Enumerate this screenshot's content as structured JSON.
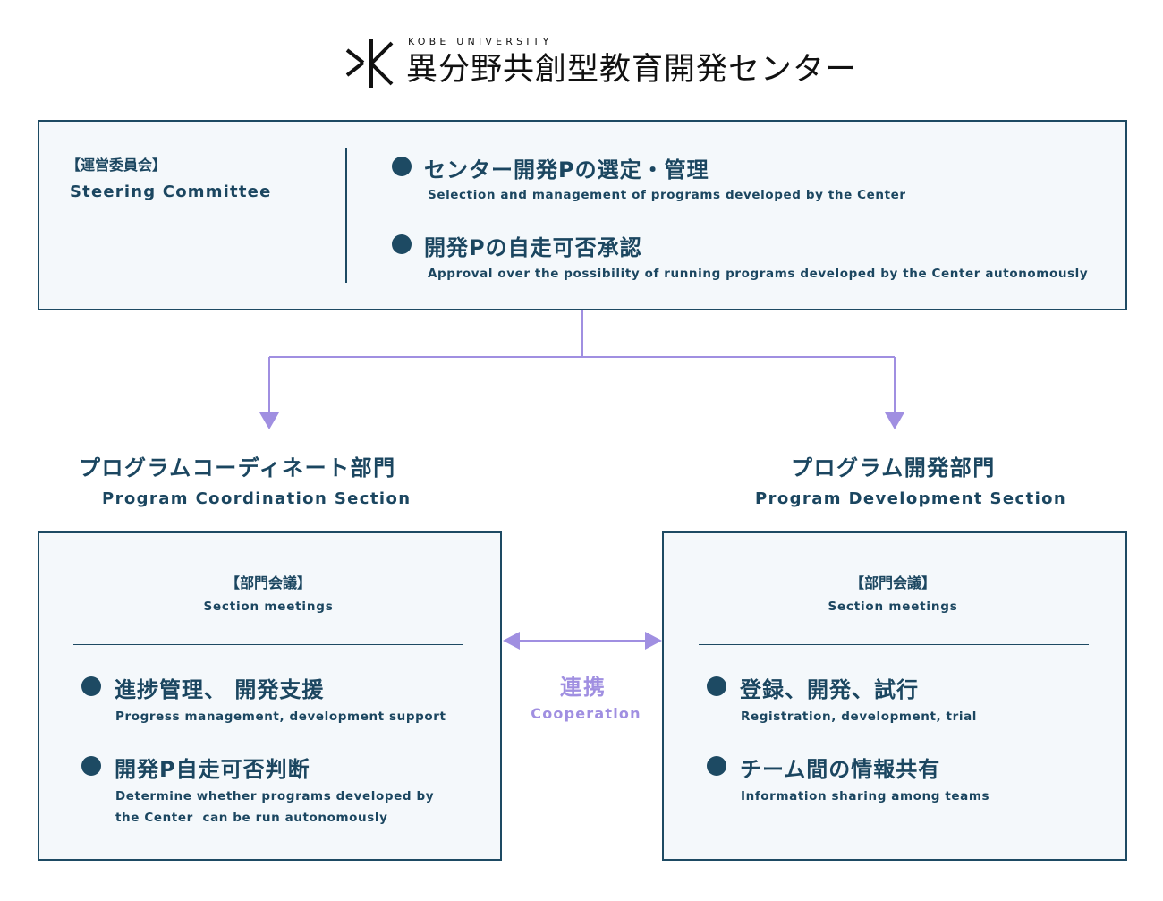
{
  "logo": {
    "university": "KOBE UNIVERSITY",
    "center_name": "異分野共創型教育開発センター"
  },
  "committee": {
    "label_ja": "【運営委員会】",
    "label_en": "Steering Committee",
    "items": [
      {
        "ja": "センター開発Pの選定・管理",
        "en": "Selection and management of programs developed by the Center"
      },
      {
        "ja": "開発Pの自走可否承認",
        "en": "Approval over the possibility of running programs developed by the Center autonomously"
      }
    ]
  },
  "coordination": {
    "title_ja": "プログラムコーディネート部門",
    "title_en": "Program Coordination Section",
    "meeting_ja": "【部門会議】",
    "meeting_en": "Section meetings",
    "items": [
      {
        "ja": "進捗管理、 開発支援",
        "en": "Progress management, development support"
      },
      {
        "ja": "開発P自走可否判断",
        "en_line1": "Determine whether programs developed by",
        "en_line2": "the Center  can be run autonomously"
      }
    ]
  },
  "development": {
    "title_ja": "プログラム開発部門",
    "title_en": "Program Development Section",
    "meeting_ja": "【部門会議】",
    "meeting_en": "Section meetings",
    "items": [
      {
        "ja": "登録、開発、試行",
        "en": "Registration, development, trial"
      },
      {
        "ja": "チーム間の情報共有",
        "en": "Information sharing among teams"
      }
    ]
  },
  "cooperation": {
    "ja": "連携",
    "en": "Cooperation"
  },
  "colors": {
    "primary": "#1d4a63",
    "text": "#1b4660",
    "accent": "#a08fe1",
    "box_bg": "#f4f8fb"
  }
}
